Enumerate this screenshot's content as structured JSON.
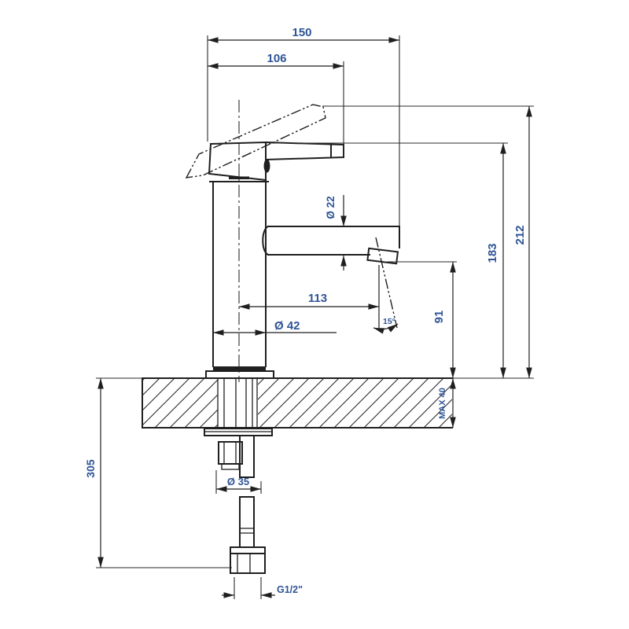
{
  "drawing": {
    "subject": "single-lever basin mixer faucet — dimensioned side elevation with deck cross-section",
    "units": "mm",
    "colors": {
      "line": "#1f1f1f",
      "dimension_text": "#2f5496",
      "background": "#ffffff"
    },
    "dimensions": {
      "overall_reach": "150",
      "handle_reach": "106",
      "spout_diameter": "Ø 22",
      "total_height_handle_up": "212",
      "height_to_handle": "183",
      "spout_projection_from_axis": "113",
      "body_diameter": "Ø 42",
      "aerator_angle": "15°",
      "outlet_height_above_deck": "91",
      "max_deck_thickness": "MAX 40",
      "hose_length": "305",
      "tail_diameter": "Ø 35",
      "connection_thread": "G1/2\""
    }
  }
}
